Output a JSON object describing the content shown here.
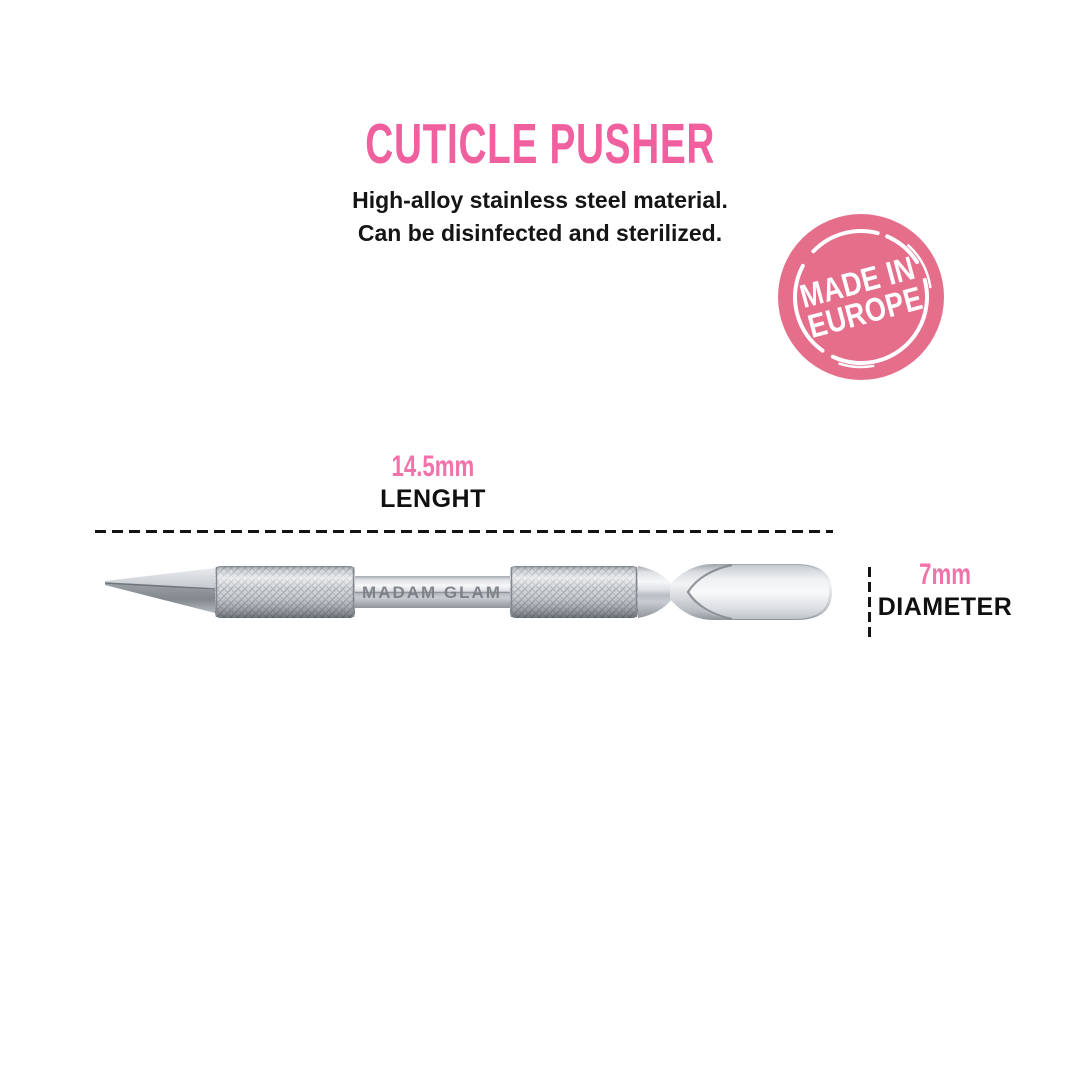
{
  "colors": {
    "accent_pink": "#f0609f",
    "value_pink": "#f472aa",
    "badge_pink": "#e56e8b",
    "text_dark": "#151515",
    "dash_black": "#141414"
  },
  "header": {
    "title": "CUTICLE PUSHER",
    "subtitle_lines": [
      "High-alloy stainless steel material.",
      "Can be disinfected and sterilized."
    ]
  },
  "badge": {
    "line1": "MADE IN",
    "line2": "EUROPE"
  },
  "measurements": {
    "length_value": "14.5mm",
    "length_label": "LENGHT",
    "diameter_value": "7mm",
    "diameter_label": "DIAMETER"
  },
  "product": {
    "engraving": "MADAM GLAM"
  }
}
